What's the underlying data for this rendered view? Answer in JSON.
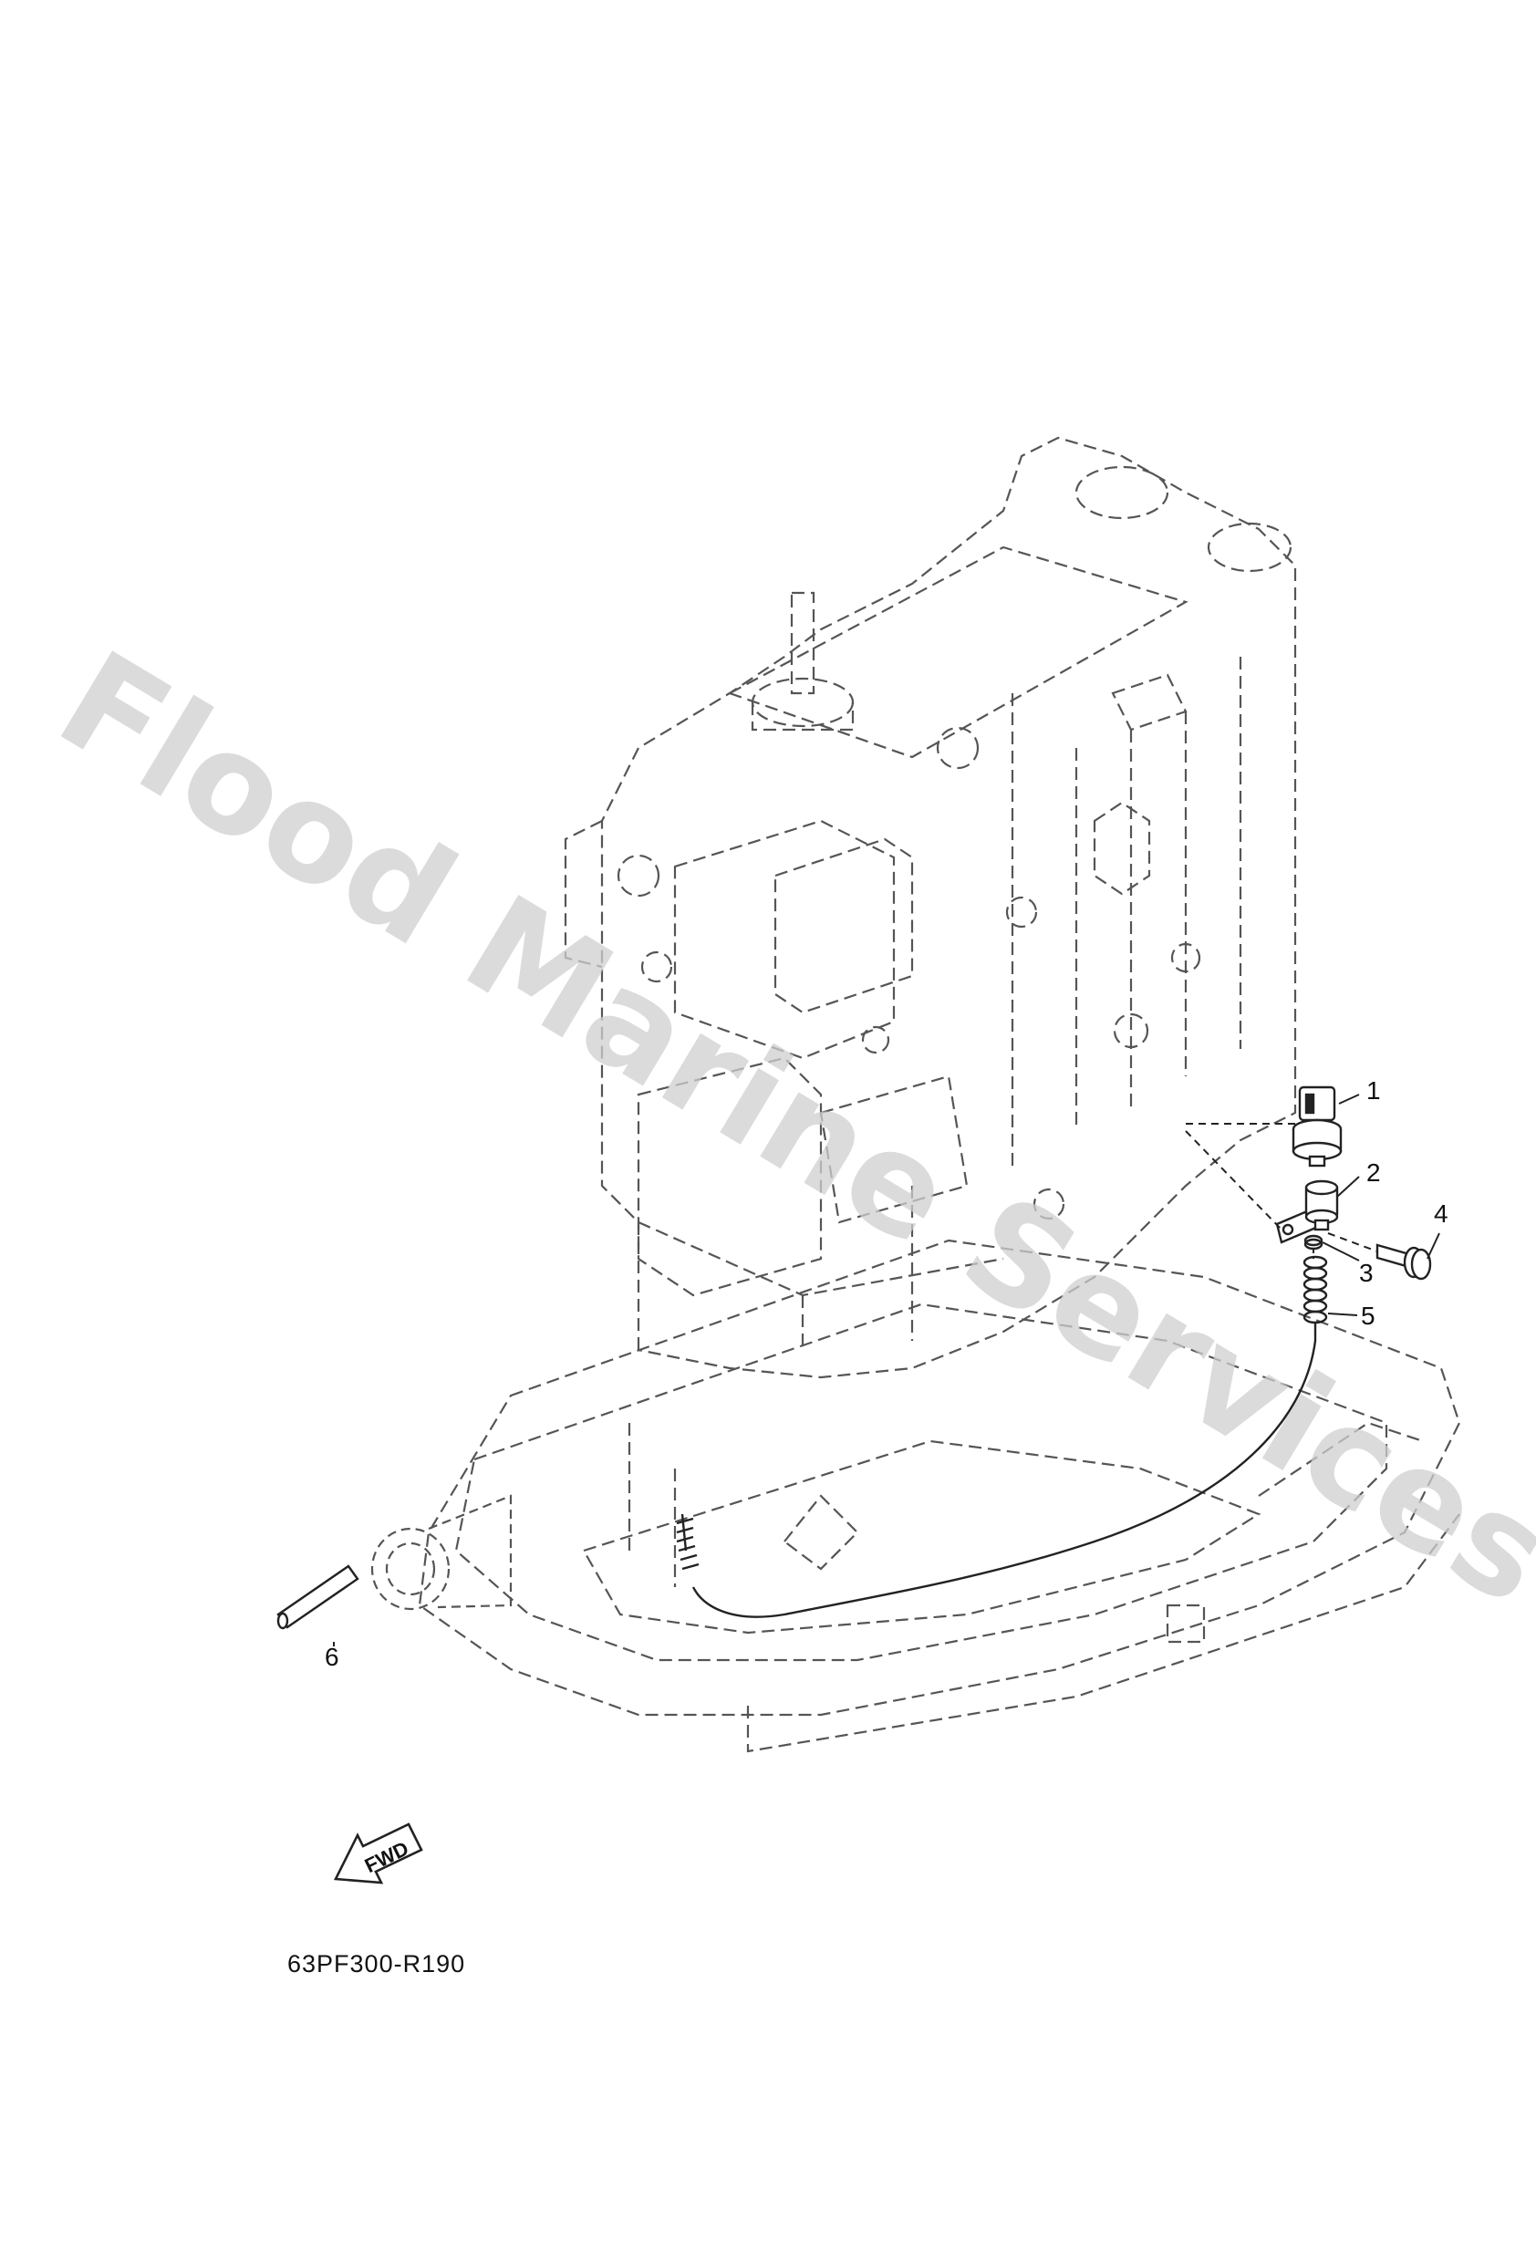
{
  "watermark": "Flood Marine Services",
  "diagram_code": "63PF300-R190",
  "fwd_label": "FWD",
  "callouts": [
    {
      "label": "1"
    },
    {
      "label": "2"
    },
    {
      "label": "3"
    },
    {
      "label": "4"
    },
    {
      "label": "5"
    },
    {
      "label": "6"
    }
  ],
  "colors": {
    "line": "#222222",
    "dashed": "#555555",
    "watermark": "#cfcfcf"
  }
}
